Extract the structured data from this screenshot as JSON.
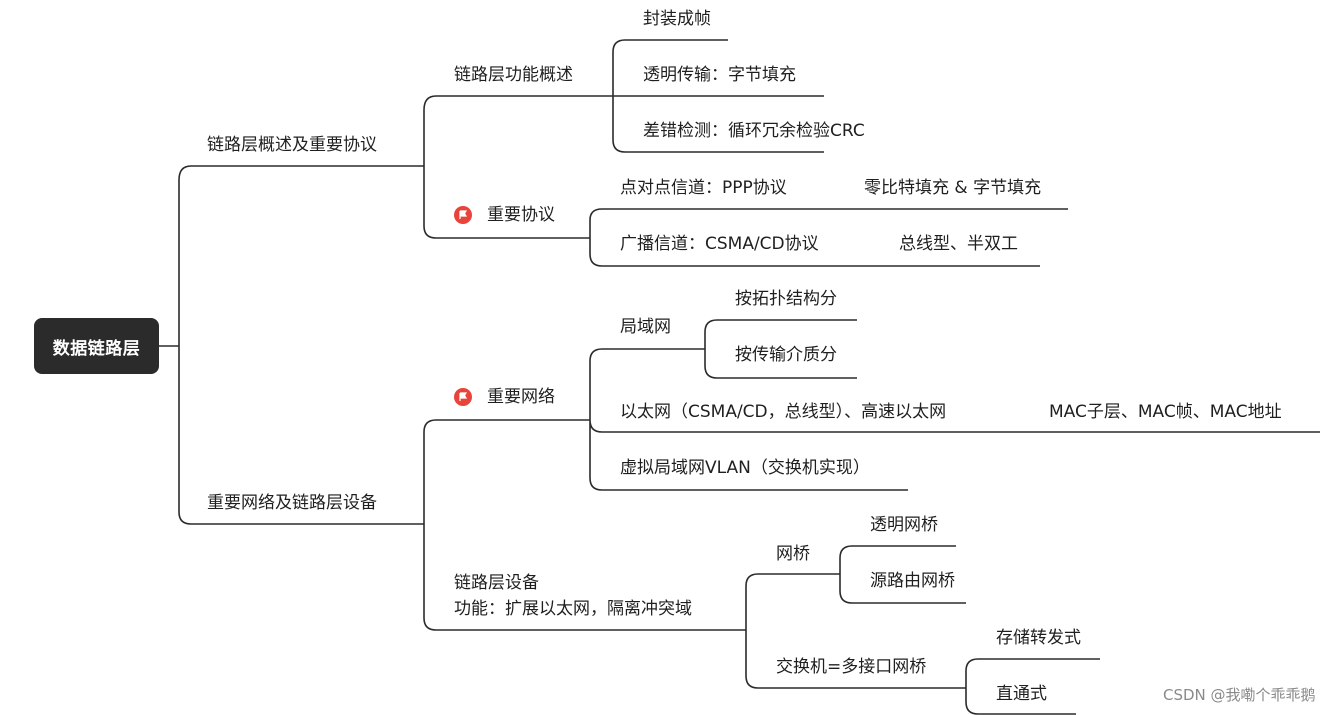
{
  "root": {
    "label": "数据链路层"
  },
  "branches": {
    "overview": {
      "label": "链路层概述及重要协议",
      "functions": {
        "label": "链路层功能概述",
        "items": [
          "封装成帧",
          "透明传输：字节填充",
          "差错检测：循环冗余检验CRC"
        ]
      },
      "protocols": {
        "label": "重要协议",
        "items": [
          {
            "label": "点对点信道：PPP协议",
            "detail": "零比特填充 & 字节填充"
          },
          {
            "label": "广播信道：CSMA/CD协议",
            "detail": "总线型、半双工"
          }
        ]
      }
    },
    "networks": {
      "label": "重要网络及链路层设备",
      "important": {
        "label": "重要网络",
        "lan": {
          "label": "局域网",
          "items": [
            "按拓扑结构分",
            "按传输介质分"
          ]
        },
        "ethernet": {
          "label": "以太网（CSMA/CD，总线型）、高速以太网",
          "detail": "MAC子层、MAC帧、MAC地址"
        },
        "vlan": {
          "label": "虚拟局域网VLAN（交换机实现）"
        }
      },
      "devices": {
        "label_line1": "链路层设备",
        "label_line2": "功能：扩展以太网，隔离冲突域",
        "bridge": {
          "label": "网桥",
          "items": [
            "透明网桥",
            "源路由网桥"
          ]
        },
        "switch": {
          "label": "交换机=多接口网桥",
          "items": [
            "存储转发式",
            "直通式"
          ]
        }
      }
    }
  },
  "watermark": "CSDN @我嘞个乖乖鹅",
  "colors": {
    "line": "#2b2b2b",
    "root_bg": "#2b2b2b",
    "flag": "#e8443a"
  }
}
